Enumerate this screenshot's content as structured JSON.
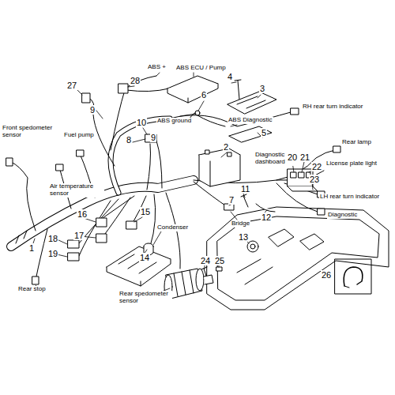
{
  "diagram": {
    "labels": [
      "27",
      "28",
      "ABS +",
      "ABS ECU / Pump",
      "4",
      "3",
      "9",
      "6",
      "ABS ground",
      "RH rear turn indicator",
      "Front spedometer sensor",
      "Fuel pump",
      "10",
      "9",
      "8",
      "ABS Diagnostic",
      "5",
      "Rear lamp",
      "2",
      "Diagnostic dashboard",
      "20",
      "21",
      "22",
      "License plate light",
      "23",
      "LH rear turn indicator",
      "Air temperature sensor",
      "11",
      "12",
      "Diagnostic",
      "7",
      "Bridge",
      "16",
      "15",
      "Condenser",
      "17",
      "18",
      "19",
      "14",
      "13",
      "24",
      "25",
      "1",
      "Rear stop",
      "26",
      "Rear spedometer sensor"
    ]
  }
}
